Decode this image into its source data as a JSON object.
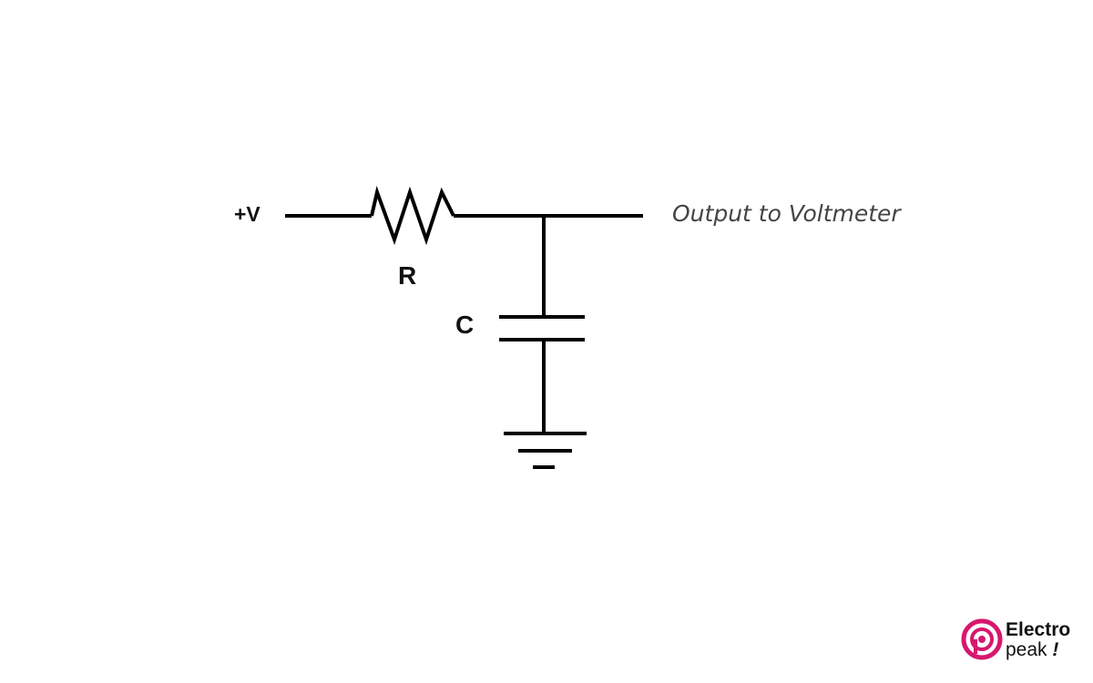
{
  "labels": {
    "source": "+V",
    "resistor": "R",
    "capacitor": "C",
    "output": "Output to Voltmeter"
  },
  "logo": {
    "line1": "Electro",
    "line2": "peak",
    "mark": "!",
    "color": "#d6186f"
  }
}
